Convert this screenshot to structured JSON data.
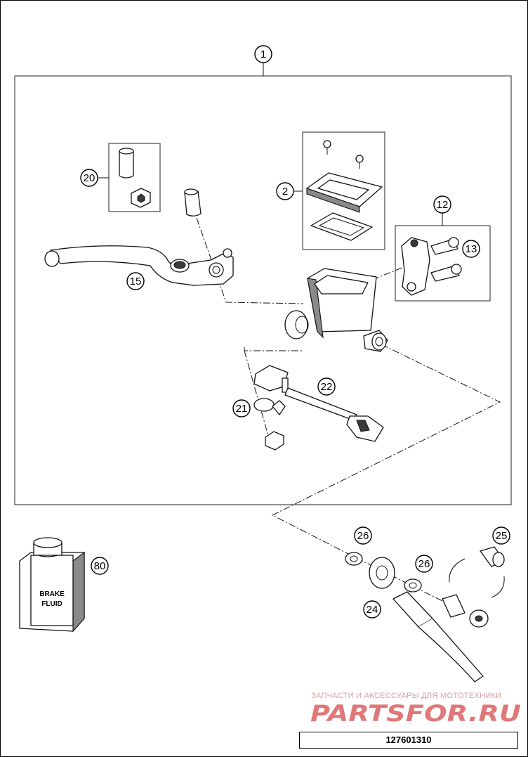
{
  "callouts": {
    "c1": "1",
    "c2": "2",
    "c12": "12",
    "c13": "13",
    "c15": "15",
    "c20": "20",
    "c21": "21",
    "c22": "22",
    "c24": "24",
    "c25": "25",
    "c26a": "26",
    "c26b": "26",
    "c80": "80"
  },
  "bottle_label": {
    "line1": "BRAKE",
    "line2": "FLUID"
  },
  "watermark": {
    "tagline": "ЗАПЧАСТИ И АКСЕССУАРЫ ДЛЯ МОТОТЕХНИКИ",
    "logo": "PARTSFOR.RU"
  },
  "drawing_number": "127601310",
  "colors": {
    "line": "#000000",
    "watermark": "#e07878",
    "part_shade": "#8a8a8a"
  }
}
